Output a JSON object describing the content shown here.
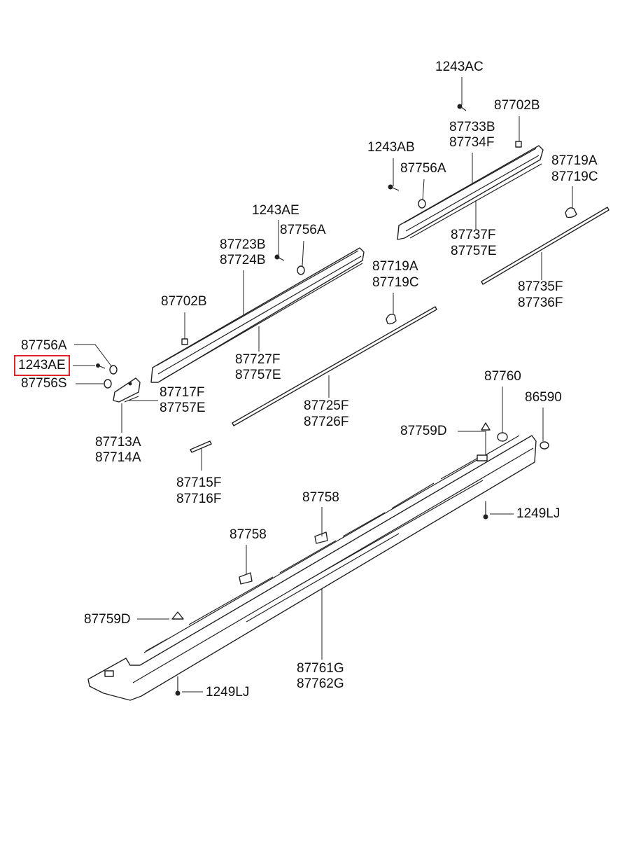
{
  "labels": {
    "l1243AC": "1243AC",
    "l87702B_top": "87702B",
    "l87733B": "87733B",
    "l87734F": "87734F",
    "l1243AB": "1243AB",
    "l87756A_top": "87756A",
    "l87719A_top": "87719A",
    "l87719C_top": "87719C",
    "l87737F": "87737F",
    "l87757E_top": "87757E",
    "l87735F": "87735F",
    "l87736F": "87736F",
    "l1243AE_mid": "1243AE",
    "l87756A_mid": "87756A",
    "l87723B": "87723B",
    "l87724B": "87724B",
    "l87719A_mid": "87719A",
    "l87719C_mid": "87719C",
    "l87702B_mid": "87702B",
    "l87727F": "87727F",
    "l87757E_mid": "87757E",
    "l87756A_left": "87756A",
    "l1243AE_left": "1243AE",
    "l87756S": "87756S",
    "l87717F": "87717F",
    "l87757E_left": "87757E",
    "l87713A": "87713A",
    "l87714A": "87714A",
    "l87725F": "87725F",
    "l87726F": "87726F",
    "l87715F": "87715F",
    "l87716F": "87716F",
    "l87760": "87760",
    "l86590": "86590",
    "l87759D_right": "87759D",
    "l1249LJ_right": "1249LJ",
    "l87758_right": "87758",
    "l87758_left": "87758",
    "l87759D_left": "87759D",
    "l87761G": "87761G",
    "l87762G": "87762G",
    "l1249LJ_bottom": "1249LJ"
  },
  "highlight": {
    "part": "1243AE",
    "color": "#e0242b"
  }
}
